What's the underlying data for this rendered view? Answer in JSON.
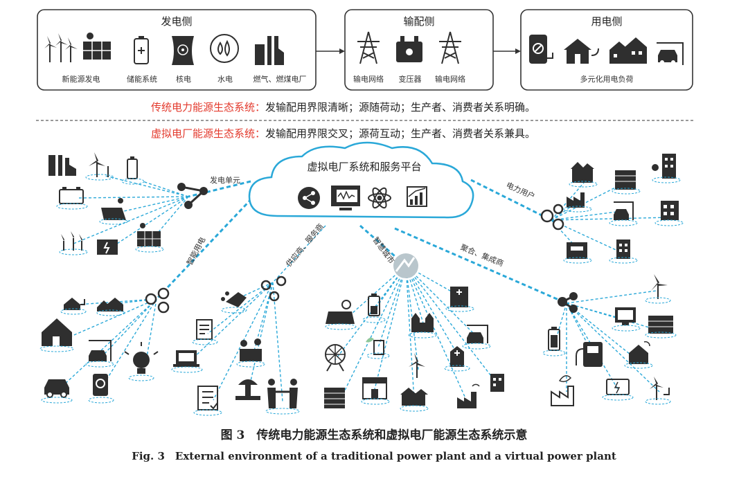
{
  "top": {
    "gen": {
      "title": "发电侧",
      "items": [
        "新能源发电",
        "储能系统",
        "核电",
        "水电",
        "燃气、燃煤电厂"
      ]
    },
    "trans": {
      "title": "输配侧",
      "items": [
        "输电网络",
        "变压器",
        "输电网络"
      ]
    },
    "use": {
      "title": "用电侧",
      "items": [
        "多元化用电负荷"
      ]
    }
  },
  "traditional": {
    "label": "传统电力能源生态系统：",
    "desc": "发输配用界限清晰；源随荷动；生产者、消费者关系明确。"
  },
  "virtual": {
    "label": "虚拟电厂能源生态系统：",
    "desc": "发输配用界限交叉；源荷互动；生产者、消费者关系兼具。"
  },
  "cloud": {
    "title": "虚拟电厂系统和服务平台"
  },
  "links": {
    "gen_unit": "发电单元",
    "power_user": "电力用户",
    "smart_use": "智能用电",
    "supplier": "供应商、服务商",
    "smart_city": "智慧城市",
    "aggregator": "聚合、集成商"
  },
  "caption": {
    "cn": "图 3　传统电力能源生态系统和虚拟电厂能源生态系统示意",
    "en": "Fig. 3　External environment of a traditional power plant and a virtual power plant"
  },
  "colors": {
    "accent": "#2aa8d8",
    "red": "#e3392c",
    "icon": "#2f2f2f"
  }
}
